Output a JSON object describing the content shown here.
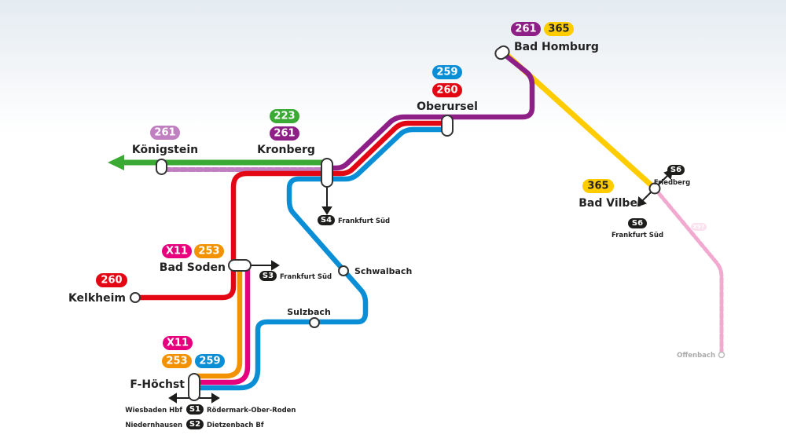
{
  "colors": {
    "green": "#3aaa35",
    "purple": "#8e1f87",
    "lightpurple": "#c07fc0",
    "red": "#e30613",
    "blue": "#0a8fd6",
    "yellow": "#ffcc00",
    "orange": "#f39200",
    "magenta": "#e6007e",
    "pink": "#f2a9d0",
    "black": "#1d1d1b"
  },
  "stations": {
    "koenigstein": "Königstein",
    "kronberg": "Kronberg",
    "oberursel": "Oberursel",
    "bad_homburg": "Bad Homburg",
    "bad_vilbel": "Bad Vilbel",
    "bad_soden": "Bad Soden",
    "kelkheim": "Kelkheim",
    "schwalbach": "Schwalbach",
    "sulzbach": "Sulzbach",
    "hoechst": "F-Höchst",
    "offenbach": "Offenbach"
  },
  "badges": {
    "koenigstein_261": "261",
    "kronberg_223": "223",
    "kronberg_261": "261",
    "oberursel_259": "259",
    "oberursel_260": "260",
    "homburg_261": "261",
    "homburg_365": "365",
    "vilbel_365": "365",
    "soden_x11": "X11",
    "soden_253": "253",
    "kelkheim_260": "260",
    "hoechst_x11": "X11",
    "hoechst_253": "253",
    "hoechst_259": "259",
    "x97": "X97"
  },
  "sbahn": {
    "s4": {
      "line": "S4",
      "dest": "Frankfurt Süd"
    },
    "s3": {
      "line": "S3",
      "dest": "Frankfurt Süd"
    },
    "s6_north": {
      "line": "S6",
      "dest": "Friedberg"
    },
    "s6_south": {
      "line": "S6",
      "dest": "Frankfurt Süd"
    },
    "s1": {
      "line": "S1",
      "west": "Wiesbaden Hbf",
      "east": "Rödermark-Ober-Roden"
    },
    "s2": {
      "line": "S2",
      "west": "Niedernhausen",
      "east": "Dietzenbach Bf"
    }
  }
}
